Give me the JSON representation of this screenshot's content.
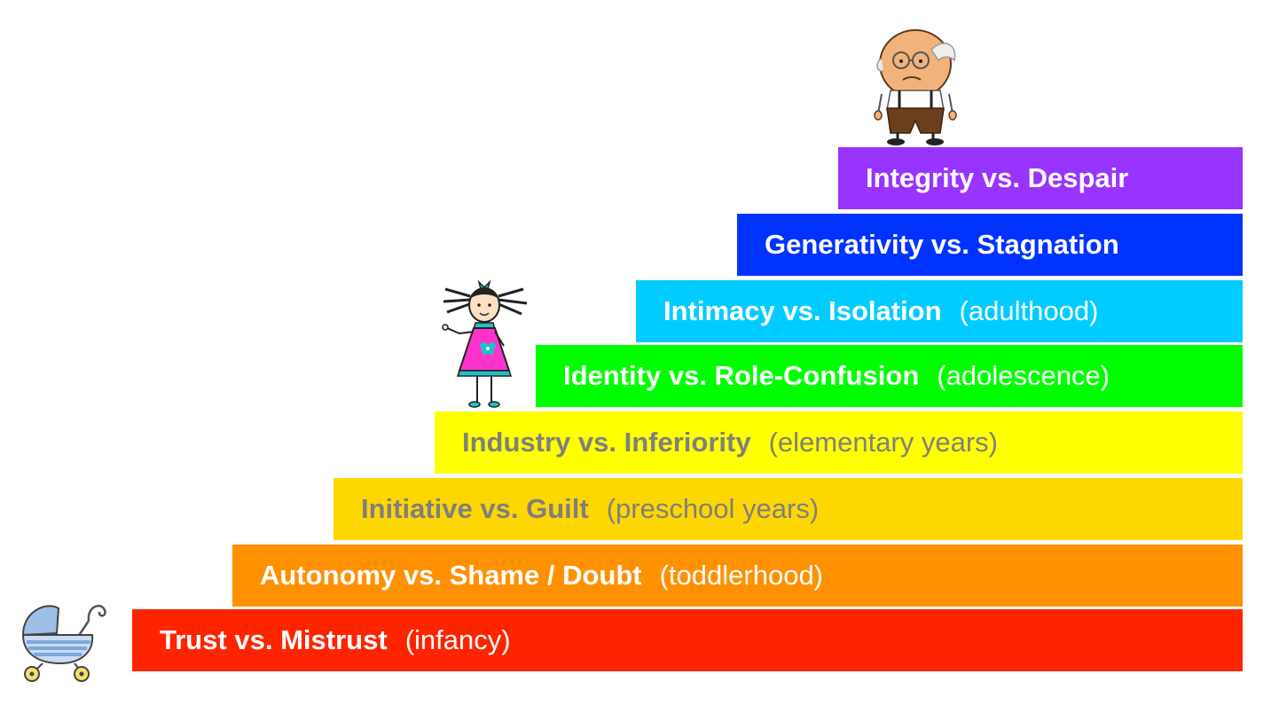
{
  "stages": [
    {
      "title": "Trust vs. Mistrust",
      "subtitle": "(infancy)",
      "color": "#ff2400",
      "text_color": "#ffffff",
      "sub_color": "#ffffff"
    },
    {
      "title": "Autonomy vs. Shame / Doubt",
      "subtitle": "(toddlerhood)",
      "color": "#ff9100",
      "text_color": "#ffffff",
      "sub_color": "#ffffff"
    },
    {
      "title": "Initiative vs. Guilt",
      "subtitle": "(preschool years)",
      "color": "#ffd700",
      "text_color": "#7f7f7f",
      "sub_color": "#7f7f7f"
    },
    {
      "title": "Industry vs. Inferiority",
      "subtitle": "(elementary years)",
      "color": "#ffff00",
      "text_color": "#7f7f7f",
      "sub_color": "#7f7f7f"
    },
    {
      "title": "Identity vs. Role-Confusion",
      "subtitle": "(adolescence)",
      "color": "#00ff00",
      "text_color": "#ffffff",
      "sub_color": "#ffffff"
    },
    {
      "title": "Intimacy vs. Isolation",
      "subtitle": "(adulthood)",
      "color": "#00ccff",
      "text_color": "#ffffff",
      "sub_color": "#ffffff"
    },
    {
      "title": "Generativity vs. Stagnation",
      "subtitle": "",
      "color": "#0033ff",
      "text_color": "#ffffff",
      "sub_color": "#ffffff"
    },
    {
      "title": "Integrity vs. Despair",
      "subtitle": "",
      "color": "#9933ff",
      "text_color": "#ffffff",
      "sub_color": "#ffffff"
    }
  ],
  "illustrations": {
    "baby": "baby-stroller-icon",
    "child": "girl-illustration",
    "elder": "old-man-illustration"
  }
}
